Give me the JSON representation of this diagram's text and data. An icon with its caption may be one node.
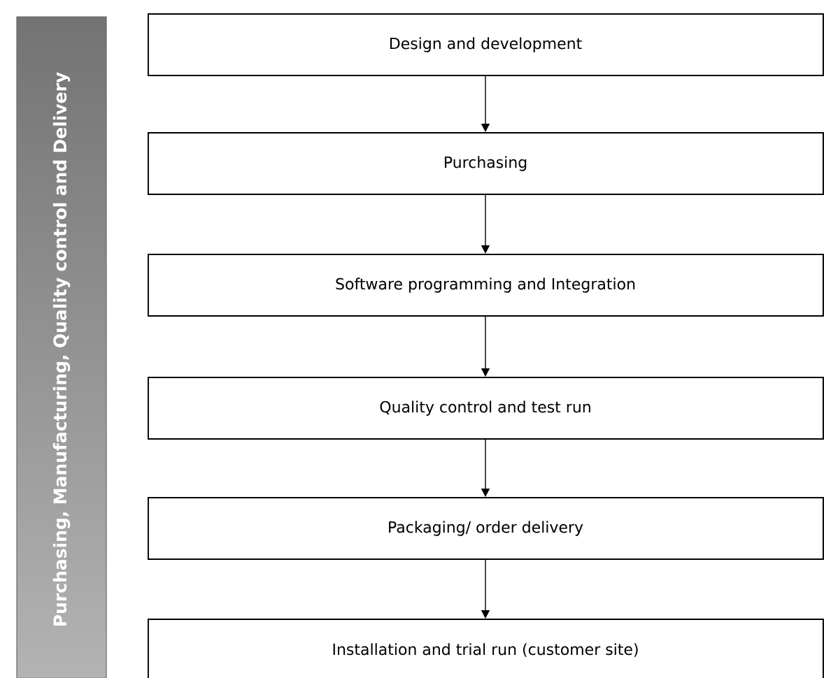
{
  "diagram": {
    "nodes": [
      {
        "text": [
          "Purchasing, Manufacturing, Quality control and Delivery"
        ]
      },
      {
        "text": [
          "Design and development"
        ]
      },
      {
        "text": [
          "Purchasing"
        ]
      },
      {
        "text": [
          "Software programming and Integration"
        ]
      },
      {
        "text": [
          "Quality control and test run"
        ]
      },
      {
        "text": [
          "Packaging/ order delivery"
        ]
      },
      {
        "text": [
          "Installation and trial run (customer site)"
        ]
      }
    ],
    "edges": [
      {
        "from": 1,
        "to": 2,
        "arrow": "to"
      },
      {
        "from": 2,
        "to": 3,
        "arrow": "to"
      },
      {
        "from": 3,
        "to": 4,
        "arrow": "to"
      },
      {
        "from": 4,
        "to": 5,
        "arrow": "to"
      },
      {
        "from": 5,
        "to": 6,
        "arrow": "to"
      }
    ]
  }
}
